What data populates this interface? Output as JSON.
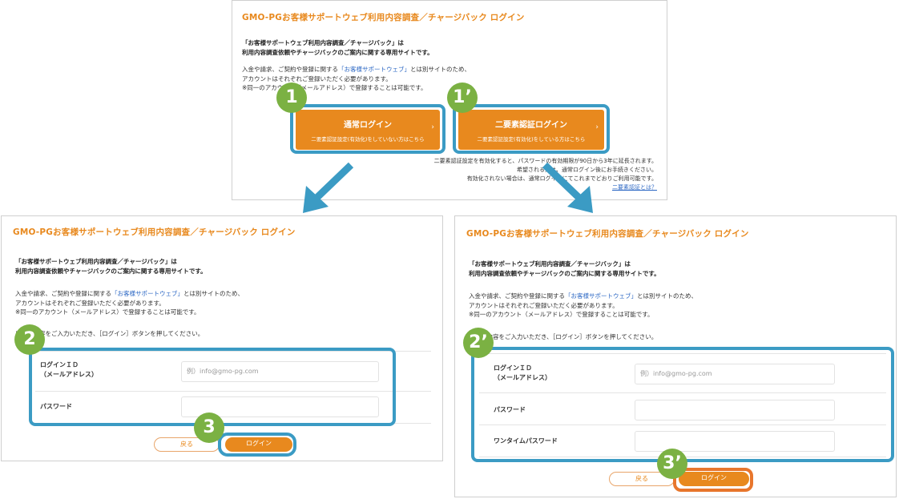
{
  "top_panel": {
    "title": "GMO-PGお客様サポートウェブ利用内容調査／チャージバック ログイン",
    "intro_line1": "「お客様サポートウェブ利用内容調査／チャージバック」は",
    "intro_line2": "利用内容調査依頼やチャージバックのご案内に関する専用サイトです。",
    "info_pre": "入金や請求、ご契約や登録に関する",
    "info_link": "「お客様サポートウェブ」",
    "info_post": "とは別サイトのため、",
    "info_line2": "アカウントはそれぞれご登録いただく必要があります。",
    "info_line3": "※同一のアカウント（メールアドレス）で登録することは可能です。",
    "normal_login": {
      "label": "通常ログイン",
      "sub": "二要素認証設定(有効化)をしていない方はこちら"
    },
    "twofactor_login": {
      "label": "二要素認証ログイン",
      "sub": "二要素認証設定(有効化)をしている方はこちら"
    },
    "chevron": "›",
    "note_line1": "二要素認証設定を有効化すると、パスワードの有効期限が90日から3年に延長されます。",
    "note_line2": "希望される方は、通常ログイン後にお手続きください。",
    "note_line3": "有効化されない場合は、通常ログインにてこれまでどおりご利用可能です。",
    "note_link": "二要素認証とは？"
  },
  "left_panel": {
    "title": "GMO-PGお客様サポートウェブ利用内容調査／チャージバック ログイン",
    "intro_line1": "「お客様サポートウェブ利用内容調査／チャージバック」は",
    "intro_line2": "利用内容調査依頼やチャージバックのご案内に関する専用サイトです。",
    "info_pre": "入金や請求、ご契約や登録に関する",
    "info_link": "「お客様サポートウェブ」",
    "info_post": "とは別サイトのため、",
    "info_line2": "アカウントはそれぞれご登録いただく必要があります。",
    "info_line3": "※同一のアカウント（メールアドレス）で登録することは可能です。",
    "instruction": "以下の内容をご入力いただき、［ログイン］ボタンを押してください。",
    "login_id_label1": "ログインＩＤ",
    "login_id_label2": "（メールアドレス）",
    "login_id_placeholder": "例）info@gmo-pg.com",
    "password_label": "パスワード",
    "back_label": "戻る",
    "login_label": "ログイン"
  },
  "right_panel": {
    "title": "GMO-PGお客様サポートウェブ利用内容調査／チャージバック ログイン",
    "intro_line1": "「お客様サポートウェブ利用内容調査／チャージバック」は",
    "intro_line2": "利用内容調査依頼やチャージバックのご案内に関する専用サイトです。",
    "info_pre": "入金や請求、ご契約や登録に関する",
    "info_link": "「お客様サポートウェブ」",
    "info_post": "とは別サイトのため、",
    "info_line2": "アカウントはそれぞれご登録いただく必要があります。",
    "info_line3": "※同一のアカウント（メールアドレス）で登録することは可能です。",
    "instruction": "以下の内容をご入力いただき、［ログイン］ボタンを押してください。",
    "login_id_label1": "ログインＩＤ",
    "login_id_label2": "（メールアドレス）",
    "login_id_placeholder": "例）info@gmo-pg.com",
    "password_label": "パスワード",
    "onetime_label": "ワンタイムパスワード",
    "back_label": "戻る",
    "login_label": "ログイン"
  },
  "badges": {
    "b1": "1",
    "b1p": "1’",
    "b2": "2",
    "b2p": "2’",
    "b3": "3",
    "b3p": "3’"
  },
  "colors": {
    "accent_orange": "#e8891e",
    "highlight_blue": "#3b9bc4",
    "highlight_orange": "#e8762c",
    "badge_green": "#7bb143",
    "link_blue": "#2d68c4"
  }
}
